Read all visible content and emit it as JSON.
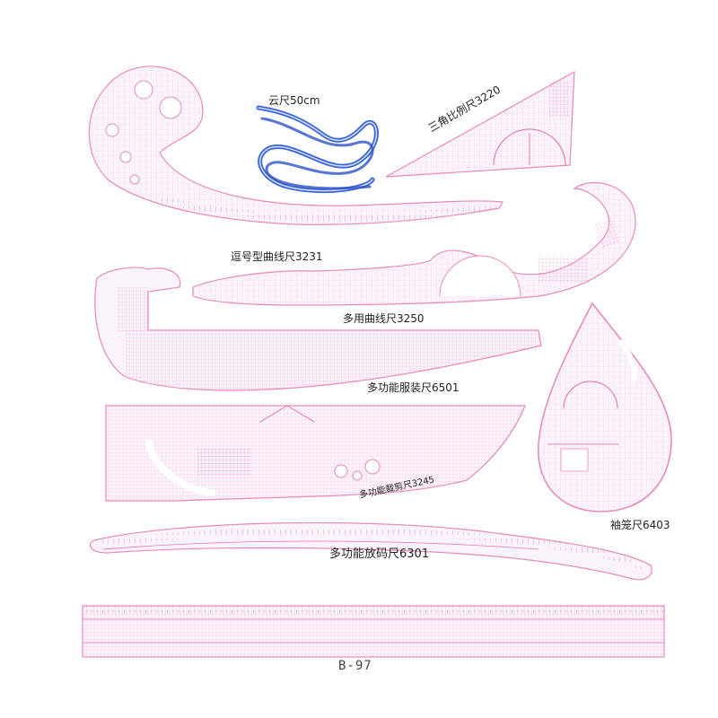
{
  "labels": {
    "flexible_ruler": "云尺50cm",
    "triangle_ruler": "三角比例尺3220",
    "comma_curve_ruler": "逗号型曲线尺3231",
    "multi_curve_ruler": "多用曲线尺3250",
    "garment_ruler": "多功能服装尺6501",
    "cutting_ruler": "多功能裁剪尺3245",
    "armhole_ruler": "袖笼尺6403",
    "grading_ruler": "多功能放码尺6301",
    "straight_ruler": "B-97"
  },
  "colors": {
    "ruler_fill": "#fbf3fb",
    "ruler_edge": "#e58ab8",
    "grid_pink": "#ec6fa6",
    "grid_light": "#f6c7de",
    "flex_blue": "#3d63d8",
    "background": "#ffffff"
  }
}
